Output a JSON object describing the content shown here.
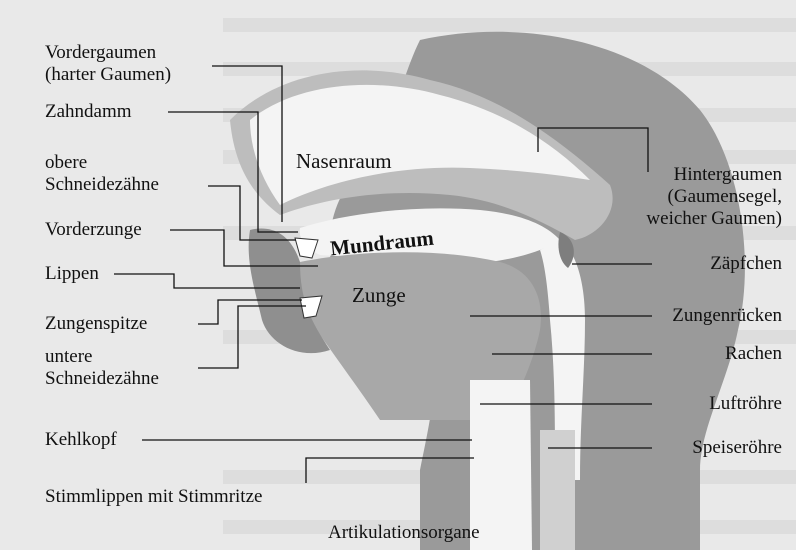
{
  "diagram": {
    "title": "Artikulationsorgane",
    "regions": {
      "nasal": "Nasenraum",
      "oral": "Mundraum",
      "tongue": "Zunge"
    },
    "left_labels": [
      {
        "line1": "Vordergaumen",
        "line2": "(harter Gaumen)"
      },
      {
        "line1": "Zahndamm"
      },
      {
        "line1": "obere",
        "line2": "Schneidezähne"
      },
      {
        "line1": "Vorderzunge"
      },
      {
        "line1": "Lippen"
      },
      {
        "line1": "Zungenspitze"
      },
      {
        "line1": "untere",
        "line2": "Schneidezähne"
      },
      {
        "line1": "Kehlkopf"
      },
      {
        "line1": "Stimmlippen mit Stimmritze"
      }
    ],
    "right_labels": [
      {
        "line1": "Hintergaumen",
        "line2": "(Gaumensegel,",
        "line3": "weicher Gaumen)"
      },
      {
        "line1": "Zäpfchen"
      },
      {
        "line1": "Zungenrücken"
      },
      {
        "line1": "Rachen"
      },
      {
        "line1": "Luftröhre"
      },
      {
        "line1": "Speiseröhre"
      }
    ],
    "colors": {
      "background": "#e9e9e9",
      "tissue_dark": "#9a9a9a",
      "tissue_mid": "#bdbdbd",
      "cavity": "#f4f4f4",
      "line": "#111111"
    }
  }
}
